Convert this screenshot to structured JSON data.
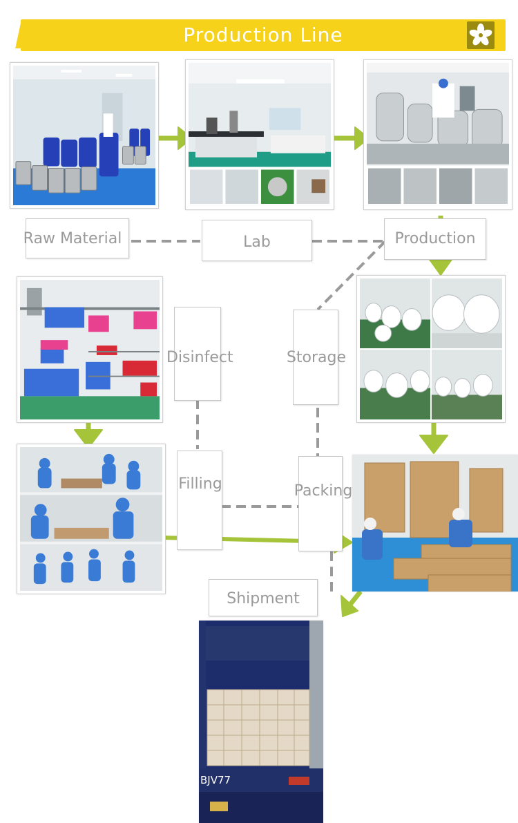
{
  "banner": {
    "title": "Production Line",
    "logo_icon": "flower-icon"
  },
  "stages": {
    "raw_material": "Raw Material",
    "lab": "Lab",
    "production": "Production",
    "disinfect": "Disinfect",
    "storage": "Storage",
    "filling": "Filling",
    "packing": "Packing",
    "shipment": "Shipment"
  },
  "truck_plate": "BJV77",
  "colors": {
    "banner": "#f7d21a",
    "arrow": "#a6c43a",
    "connector": "#9a9a9a",
    "label_text": "#9a9a9a"
  }
}
